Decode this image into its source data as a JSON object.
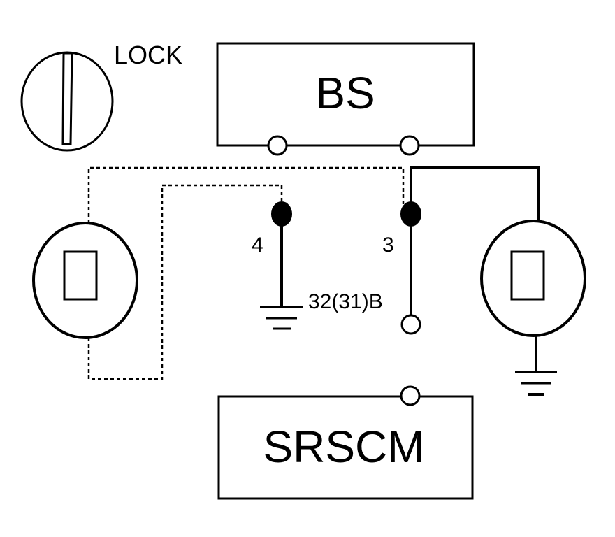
{
  "diagram": {
    "key_position_label": "LOCK",
    "top_module_label": "BS",
    "bottom_module_label": "SRSCM",
    "pin_left_label": "4",
    "pin_right_label": "3",
    "connector_label": "32(31)B"
  },
  "colors": {
    "line": "#000000",
    "background": "#ffffff"
  }
}
